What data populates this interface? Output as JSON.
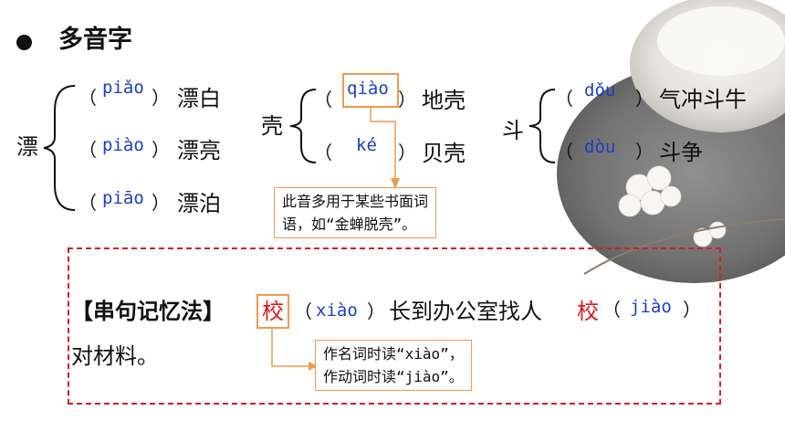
{
  "title": "多音字",
  "piao": {
    "char": "漂",
    "items": [
      {
        "pinyin": "piǎo",
        "word": "漂白"
      },
      {
        "pinyin": "piào",
        "word": "漂亮"
      },
      {
        "pinyin": "piāo",
        "word": "漂泊"
      }
    ]
  },
  "qiao": {
    "char": "壳",
    "items": [
      {
        "pinyin": "qiào",
        "word": "地壳"
      },
      {
        "pinyin": "ké",
        "word": "贝壳"
      }
    ],
    "note_lines": [
      "此音多用于某些书面词",
      "语，如“金蝉脱壳”。"
    ]
  },
  "dou": {
    "char": "斗",
    "items": [
      {
        "pinyin": "dǒu",
        "word": "气冲斗牛"
      },
      {
        "pinyin": "dòu",
        "word": "斗争"
      }
    ]
  },
  "memory": {
    "label": "【串句记忆法】",
    "char1": "校",
    "pinyin1": "xiào",
    "middle": "长到办公室找人",
    "char2": "校",
    "pinyin2": "jiào",
    "tail": "对材料。",
    "note_lines": [
      "作名词时读“xiào”，",
      "作动词时读“jiào”。"
    ]
  },
  "colors": {
    "pinyin": "#1b3fc0",
    "accent_orange": "#f19a4e",
    "accent_red": "#e01818"
  },
  "parens": {
    "open": "（",
    "close": "）"
  }
}
